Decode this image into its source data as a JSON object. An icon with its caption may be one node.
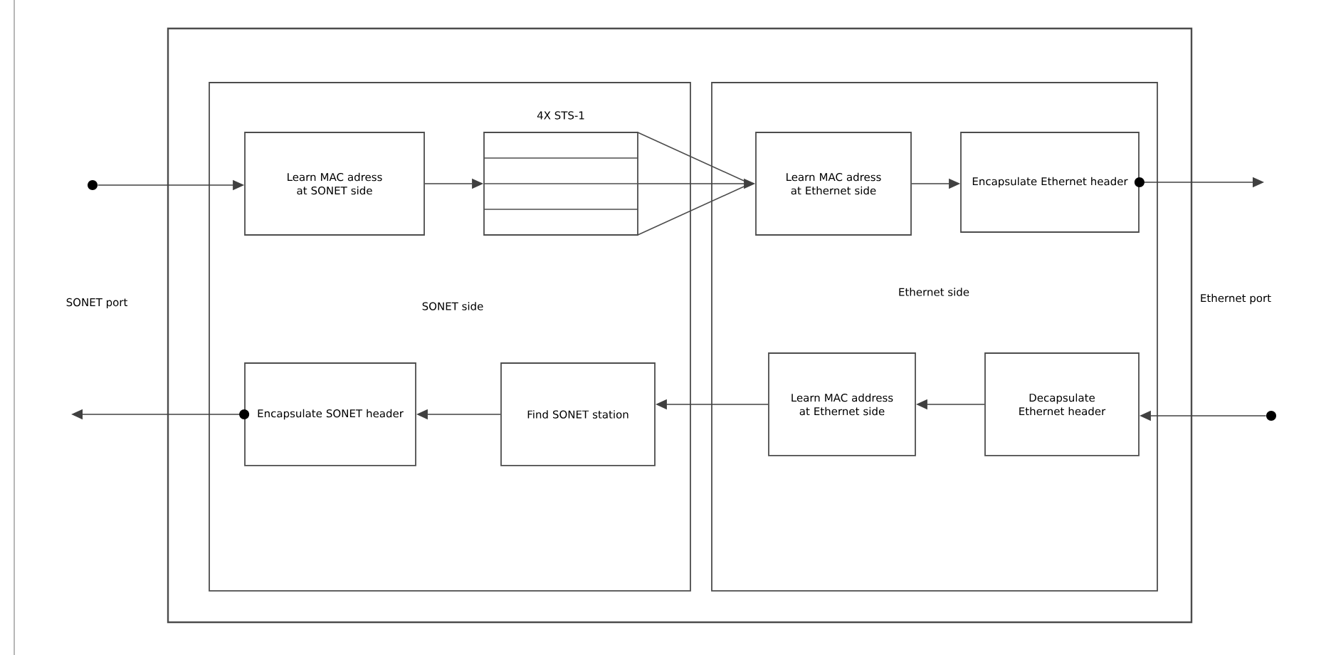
{
  "diagram": {
    "nodes": [
      {
        "text": [],
        "shape": "box"
      },
      {
        "text": [
          "SONET side"
        ],
        "in": 0
      },
      {
        "text": [
          "Ethernet side"
        ],
        "in": 0
      },
      {
        "text": [
          "Learn MAC adress at SONET side"
        ],
        "in": 1
      },
      {
        "text": [
          "4X STS-1"
        ],
        "in": 1
      },
      {
        "text": [
          "Learn MAC adress at Ethernet side"
        ],
        "in": 2
      },
      {
        "text": [
          "Encapsulate Ethernet header"
        ],
        "in": 2
      },
      {
        "text": [
          "Encapsulate SONET header"
        ],
        "in": 1
      },
      {
        "text": [
          "Find SONET station"
        ],
        "in": 1
      },
      {
        "text": [
          "Learn MAC address at Ethernet side"
        ],
        "in": 2
      },
      {
        "text": [
          "Decapsulate Ethernet header"
        ],
        "in": 2
      },
      {
        "text": [],
        "shape": "circle"
      },
      {
        "text": [],
        "shape": "circle"
      }
    ],
    "edges": [
      {
        "from": 11,
        "to": 3,
        "arrow": "to"
      },
      {
        "from": 3,
        "to": 4,
        "arrow": "to"
      },
      {
        "from": 4,
        "to": 5,
        "arrow": "to"
      },
      {
        "from": 5,
        "to": 6,
        "arrow": "to"
      },
      {
        "from": 6,
        "to": null,
        "arrow": "to"
      },
      {
        "from": 12,
        "to": 10,
        "arrow": "to"
      },
      {
        "from": 10,
        "to": 9,
        "arrow": "to"
      },
      {
        "from": 9,
        "to": 8,
        "arrow": "to"
      },
      {
        "from": 8,
        "to": 7,
        "arrow": "to"
      },
      {
        "from": 7,
        "to": null,
        "arrow": "to"
      }
    ],
    "labels": [
      "SONET port",
      "Ethernet port"
    ]
  }
}
